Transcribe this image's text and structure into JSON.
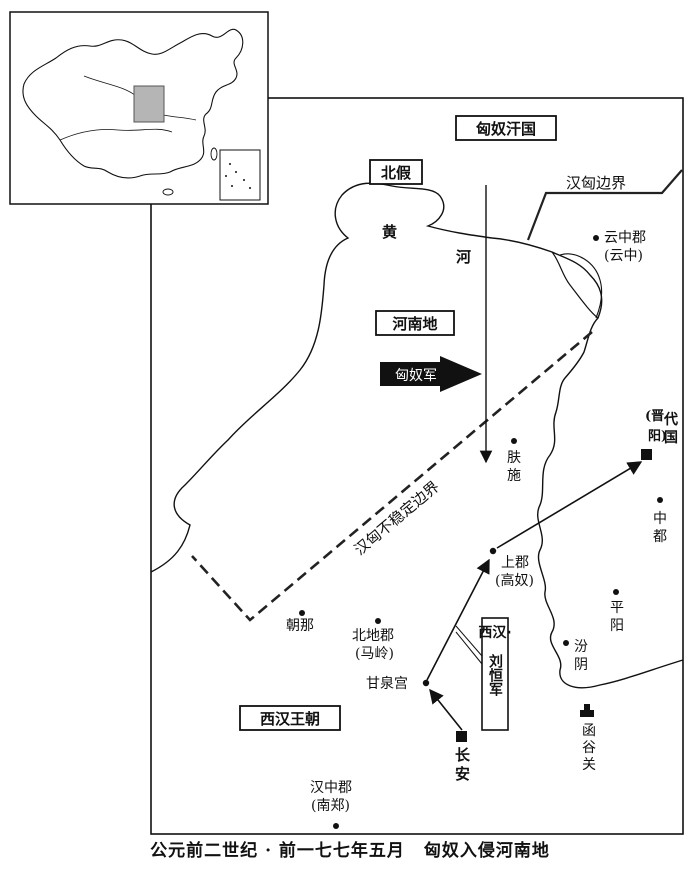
{
  "regions": {
    "xiongnu": "匈奴汗国",
    "beijia": "北假",
    "henandi": "河南地",
    "xihan": "西汉王朝"
  },
  "river": {
    "huang": "黄",
    "he": "河"
  },
  "borders": {
    "han_xiongnu": "汉匈边界",
    "unstable": "汉匈不稳定边界"
  },
  "armies": {
    "xiongnu_army": "匈奴军",
    "han_army_line1": "西汉·",
    "han_army_line2": "刘恒军"
  },
  "places": {
    "yunzhong": "云中郡",
    "yunzhong_sub": "(云中)",
    "fushi_1": "肤",
    "fushi_2": "施",
    "shangjun": "上郡",
    "shangjun_sub": "(高奴)",
    "daiguo_1": "代",
    "daiguo_2": "国",
    "jinyang_1": "(晋",
    "jinyang_2": "阳)",
    "zhongdu_1": "中",
    "zhongdu_2": "都",
    "pingyang_1": "平",
    "pingyang_2": "阳",
    "fenyin_1": "汾",
    "fenyin_2": "阴",
    "hanguguan_1": "函",
    "hanguguan_2": "谷",
    "hanguguan_3": "关",
    "chaona": "朝那",
    "beidi": "北地郡",
    "beidi_sub": "(马岭)",
    "ganquan": "甘泉宫",
    "changan_1": "长",
    "changan_2": "安",
    "hanzhong": "汉中郡",
    "hanzhong_sub": "(南郑)"
  },
  "caption": {
    "part1": "公元前二世纪 · 前一七七年五月",
    "part2": "匈奴入侵河南地"
  },
  "colors": {
    "ink": "#111111",
    "highlight": "#b5b5b5",
    "paper": "#ffffff"
  }
}
